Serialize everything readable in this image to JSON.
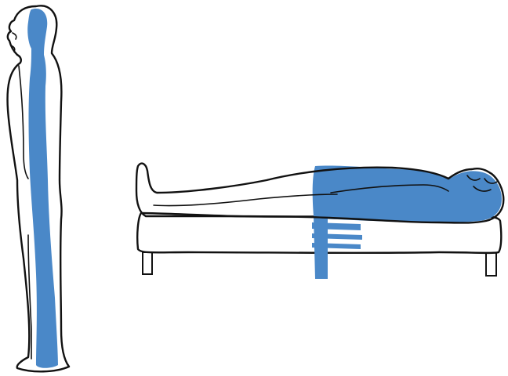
{
  "figure": {
    "colors": {
      "spine_highlight": "#4a88c8",
      "outline": "#111111",
      "background": "#ffffff",
      "mattress_fill": "#ffffff"
    },
    "panels": [
      {
        "name": "standing-figure",
        "shows": "spine-column-highlight"
      },
      {
        "name": "lying-figure-on-bed",
        "shows": "torso-and-head-highlight"
      }
    ]
  }
}
